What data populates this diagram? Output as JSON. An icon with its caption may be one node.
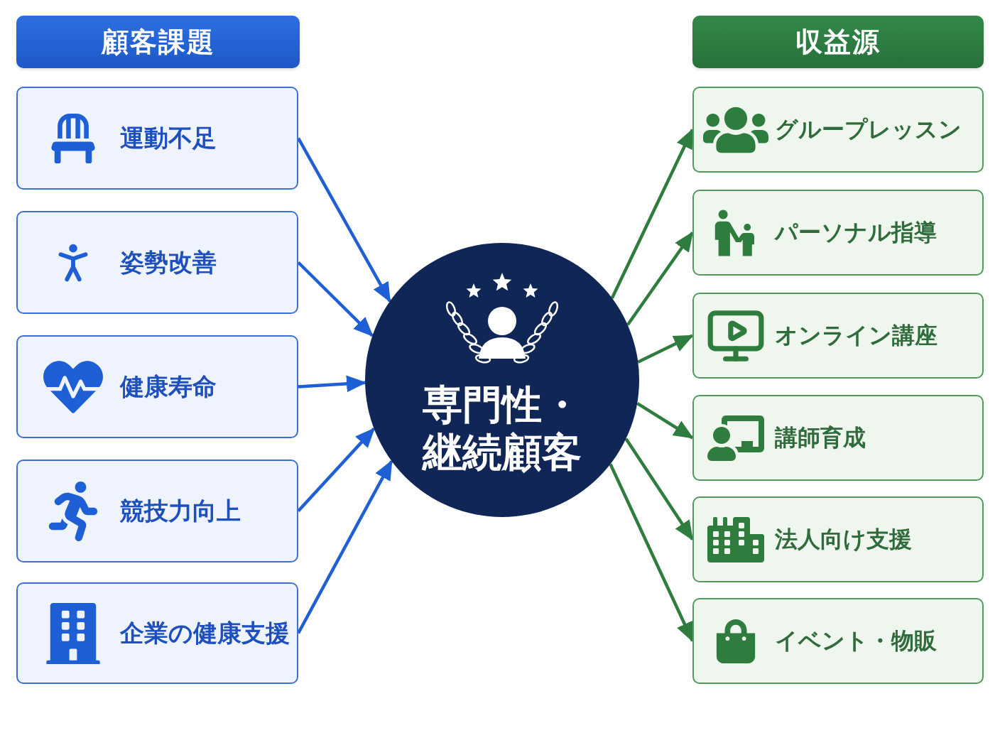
{
  "diagram": {
    "nodes": [
      {
        "text": [
          "顧客課題"
        ]
      },
      {
        "text": [
          "運動不足"
        ]
      },
      {
        "text": [
          "姿勢改善"
        ]
      },
      {
        "text": [
          "健康寿命"
        ]
      },
      {
        "text": [
          "競技力向上"
        ]
      },
      {
        "text": [
          "企業の健康支援"
        ]
      },
      {
        "text": [
          "専門性・継続顧客"
        ]
      },
      {
        "text": [
          "収益源"
        ]
      },
      {
        "text": [
          "グループレッスン"
        ]
      },
      {
        "text": [
          "パーソナル指導"
        ]
      },
      {
        "text": [
          "オンライン講座"
        ]
      },
      {
        "text": [
          "講師育成"
        ]
      },
      {
        "text": [
          "法人向け支援"
        ]
      },
      {
        "text": [
          "イベント・物販"
        ]
      }
    ],
    "edges": [
      {
        "from": 1,
        "to": 6,
        "arrow": "to",
        "color": "#1f5fd6"
      },
      {
        "from": 2,
        "to": 6,
        "arrow": "to",
        "color": "#1f5fd6"
      },
      {
        "from": 3,
        "to": 6,
        "arrow": "to",
        "color": "#1f5fd6"
      },
      {
        "from": 4,
        "to": 6,
        "arrow": "to",
        "color": "#1f5fd6"
      },
      {
        "from": 5,
        "to": 6,
        "arrow": "to",
        "color": "#1f5fd6"
      },
      {
        "from": 6,
        "to": 8,
        "arrow": "to"
      },
      {
        "from": 6,
        "to": 9,
        "arrow": "to"
      },
      {
        "from": 6,
        "to": 10,
        "arrow": "to"
      },
      {
        "from": 6,
        "to": 11,
        "arrow": "to"
      },
      {
        "from": 6,
        "to": 12,
        "arrow": "to"
      },
      {
        "from": 6,
        "to": 13,
        "arrow": "to"
      }
    ]
  }
}
